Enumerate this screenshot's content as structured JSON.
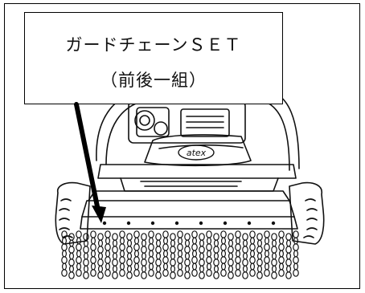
{
  "callout": {
    "line1": "ガードチェーンＳＥＴ",
    "line2": "（前後一組）"
  },
  "machine": {
    "brand_mark": "atex"
  }
}
